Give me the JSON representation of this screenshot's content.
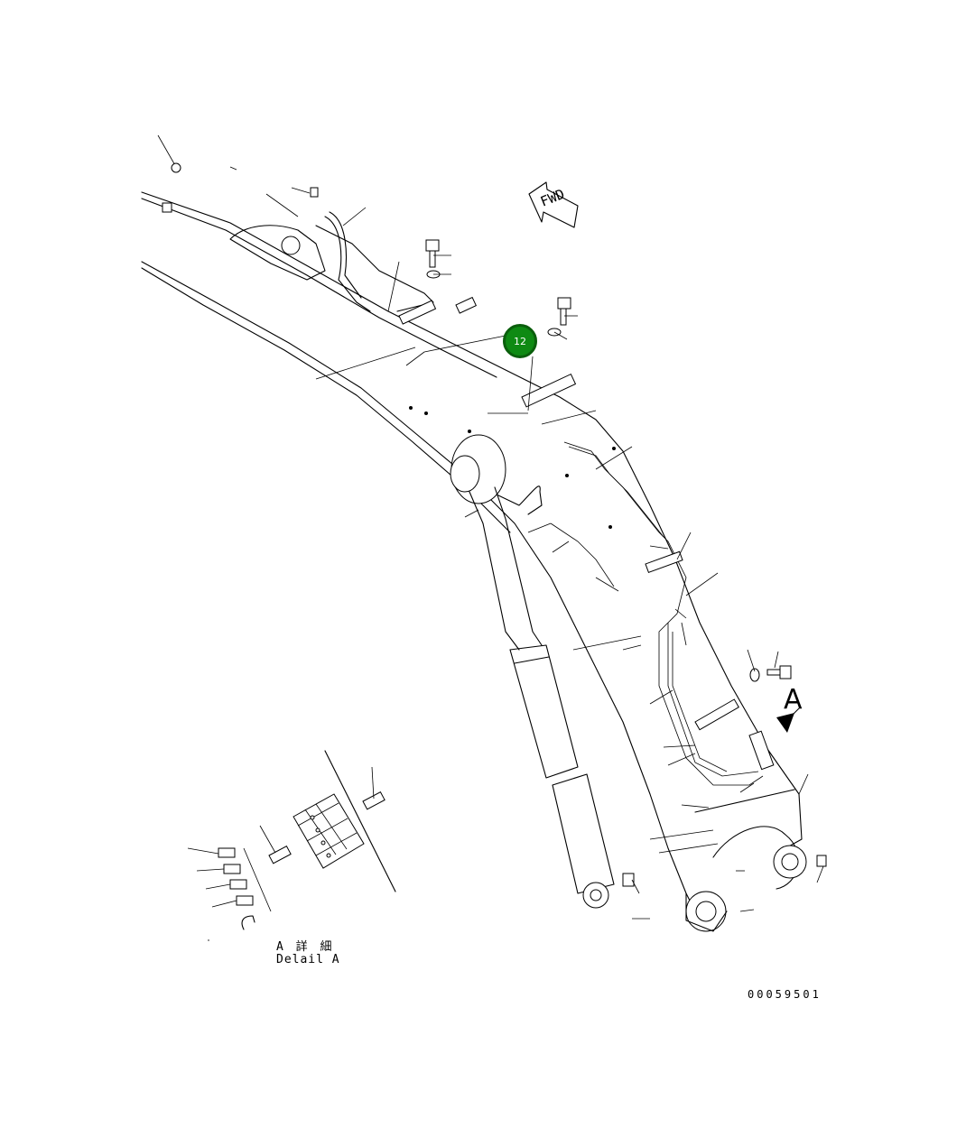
{
  "diagram": {
    "fwd_label": "FWD",
    "callout_number": "12",
    "view_label": "A",
    "detail_label_jp": "A 詳 細",
    "detail_label_en": "Delail A",
    "drawing_number": "00059501",
    "callout_color": "#0e8a13"
  }
}
